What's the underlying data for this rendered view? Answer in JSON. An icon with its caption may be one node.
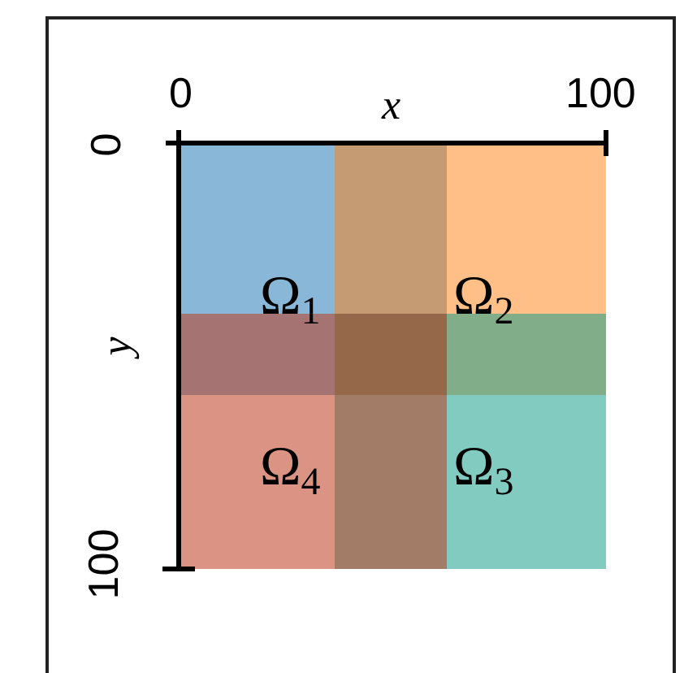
{
  "diagram": {
    "nodes": [
      {
        "text": [
          "Ω$_{1}$"
        ]
      },
      {
        "text": [
          "Ω$_{2}$"
        ]
      },
      {
        "text": [
          "Ω$_{3}$"
        ]
      },
      {
        "text": [
          "Ω$_{4}$"
        ]
      }
    ],
    "edges": [],
    "labels": [
      "0",
      "x",
      "100",
      "0",
      "y",
      "100"
    ]
  }
}
